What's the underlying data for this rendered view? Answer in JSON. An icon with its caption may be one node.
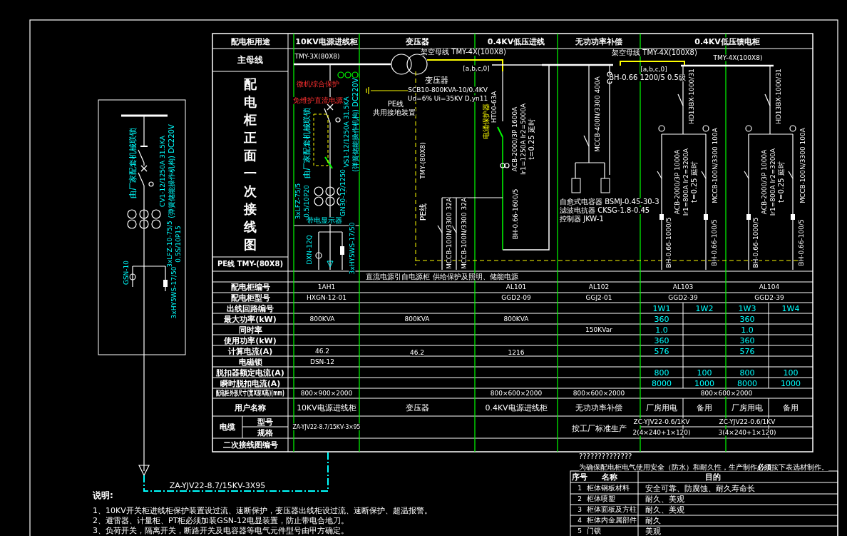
{
  "diagram": {
    "labels": [
      "配电柜用途",
      "10KV电源进线柜",
      "变压器",
      "0.4KV低压进线",
      "无功功率补偿",
      "0.4KV低压馈电柜",
      "主母线",
      "由厂家配套机械联锁",
      "CV1-12/1250A 31.5KA",
      "(弹簧储能操作机构) DC220V",
      "3xLFZ-10-75/5",
      "0.5S/10P15",
      "GSN-10",
      "3xHY5WS-17/50",
      "TMY-3X(80X8)",
      "架空母线 TMY-4X(100X8)",
      "[a,b,c,0]",
      "微机综合保护",
      "免维护直流电源",
      "由厂家配套机械联锁",
      "VS1-12/1250A 31.5KA",
      "(弹簧储能操作机构) DC220V",
      "3xLFZ-75/5",
      "0.5/10P20",
      "GN30-12/1250",
      "带电显示器",
      "DXN-12Q",
      "3xHY5WS-17/50",
      "变压器",
      "SCB10-800KVA-10/0.4KV",
      "Ud=6% Ui=35KV D,yn11",
      "PE线",
      "共用接地装置",
      "TMY-(80X8)",
      "PE线",
      "MCCB-100N/3300 32A",
      "MCCB-100N/3300 32A",
      "电涌保护器",
      "HT00-63A",
      "ACB-2000/3P 1600A",
      "Ir1=1250A Ir2=5000A",
      "t=0.25 延时",
      "BH-0.66-1600/5",
      "架空母线 TMY-4X(100X8)",
      "[a,b,c,0]",
      "BH-0.66 1200/5 0.5级",
      "MCCB-400N/3300 400A",
      "自愈式电容器 BSMJ-0.45-30-3",
      "滤波电抗器 CKSG-1.8-0.45",
      "控制器 JKW-1",
      "TMY-4X(100X8)",
      "HD13BX-1000/31",
      "HD13BX-1000/31",
      "ACB-2000/3P 1000A",
      "Ir1=800A Ir2=3200A",
      "t=0.25 延时",
      "MCCB-100N/3300 100A",
      "ACB-2000/3P 1000A",
      "Ir1=800A Ir2=3200A",
      "t=0.25 延时",
      "MCCB-100N/3300 100A",
      "BH-0.66-1000/5",
      "BH-0.66-100/5",
      "BH-0.66-1000/5",
      "BH-0.66-100/5",
      "配电柜正面一次接线图",
      "PE线 TMY-(80X8)",
      "直流电源引自电源柜 供给保护及照明、储能电源",
      "配电柜编号",
      "配电柜型号",
      "出线回路编号",
      "最大功率(kW)",
      "同时率",
      "使用功率(kW)",
      "计算电流(A)",
      "电磁锁",
      "脱扣器额定电流(A)",
      "瞬时脱扣电流(A)",
      "配电柜外形尺寸(宽X深X高)(mm)",
      "用户名称",
      "电缆",
      "型号",
      "规格",
      "二次接线图编号",
      "1AH1",
      "AL101",
      "AL102",
      "AL103",
      "AL104",
      "HXGN-12-01",
      "GGD2-09",
      "GGJ2-01",
      "GGD2-39",
      "GGD2-39",
      "1W1",
      "1W2",
      "1W3",
      "1W4",
      "800KVA",
      "800KVA",
      "800KVA",
      "360",
      "360",
      "150KVar",
      "1.0",
      "1.0",
      "360",
      "360",
      "46.2",
      "46.2",
      "1216",
      "576",
      "576",
      "DSN-12",
      "800",
      "100",
      "800",
      "100",
      "8000",
      "1000",
      "8000",
      "1000",
      "800×900×2000",
      "800×600×2000",
      "800×600×2000",
      "800×600×2000",
      "10KV电源进线柜",
      "变压器",
      "0.4KV电源进线柜",
      "无功功率补偿",
      "厂房用电",
      "备用",
      "厂房用电",
      "备用",
      "ZA-YJV22-8.7/15KV-3×95",
      "按工厂标准生产",
      "ZC-YJV22-0.6/1KV",
      "ZC-YJV22-0.6/1KV",
      "2(4×240+1×120)",
      "3(4×240+1×120)",
      "ZA-YJV22-8.7/15KV-3X95",
      "说明:",
      "1、10KV开关柜进线柜保护装置设过流、速断保护，变压器出线柜设过流、速断保护、超温报警。",
      "2、避雷器、计量柜、PT柜必须加装GSN-12电显装置，防止带电合地刀。",
      "3、负荷开关，隔离开关，断路开关及电容器等电气元件型号由甲方确定。",
      "??????????????",
      "为确保配电柜电气使用安全（防水）和耐久性，生产制作**必须**按下表选材制作。",
      "序号",
      "名称",
      "目的",
      "1",
      "柜体钢板材料",
      "安全可靠、防腐蚀、耐久寿命长",
      "2",
      "柜体喷塑",
      "耐久、美观",
      "3",
      "柜体面板及方柱",
      "耐久、美观",
      "4",
      "柜体内金属部件",
      "耐久",
      "5",
      "门锁",
      "美观"
    ]
  }
}
